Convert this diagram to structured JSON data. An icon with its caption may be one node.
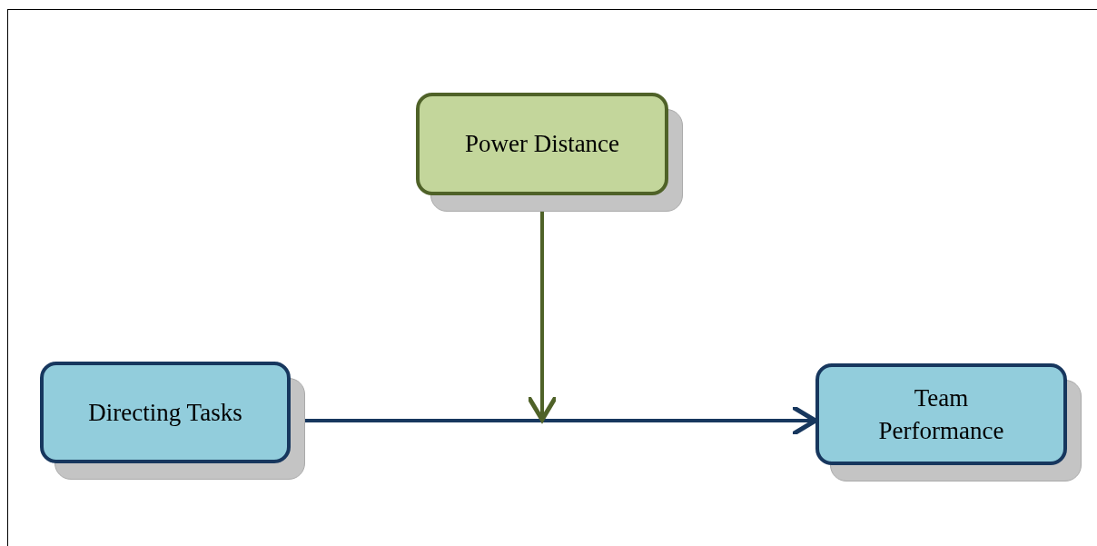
{
  "diagram": {
    "nodes": [
      {
        "text": [
          "Power Distance"
        ]
      },
      {
        "text": [
          "Directing Tasks"
        ]
      },
      {
        "text": [
          "Team Performance"
        ]
      }
    ],
    "edges": [
      {
        "from": 1,
        "to": 2,
        "arrow": "to"
      },
      {
        "from": 0,
        "to": null,
        "arrow": "to",
        "color": "#4f6228"
      }
    ]
  }
}
